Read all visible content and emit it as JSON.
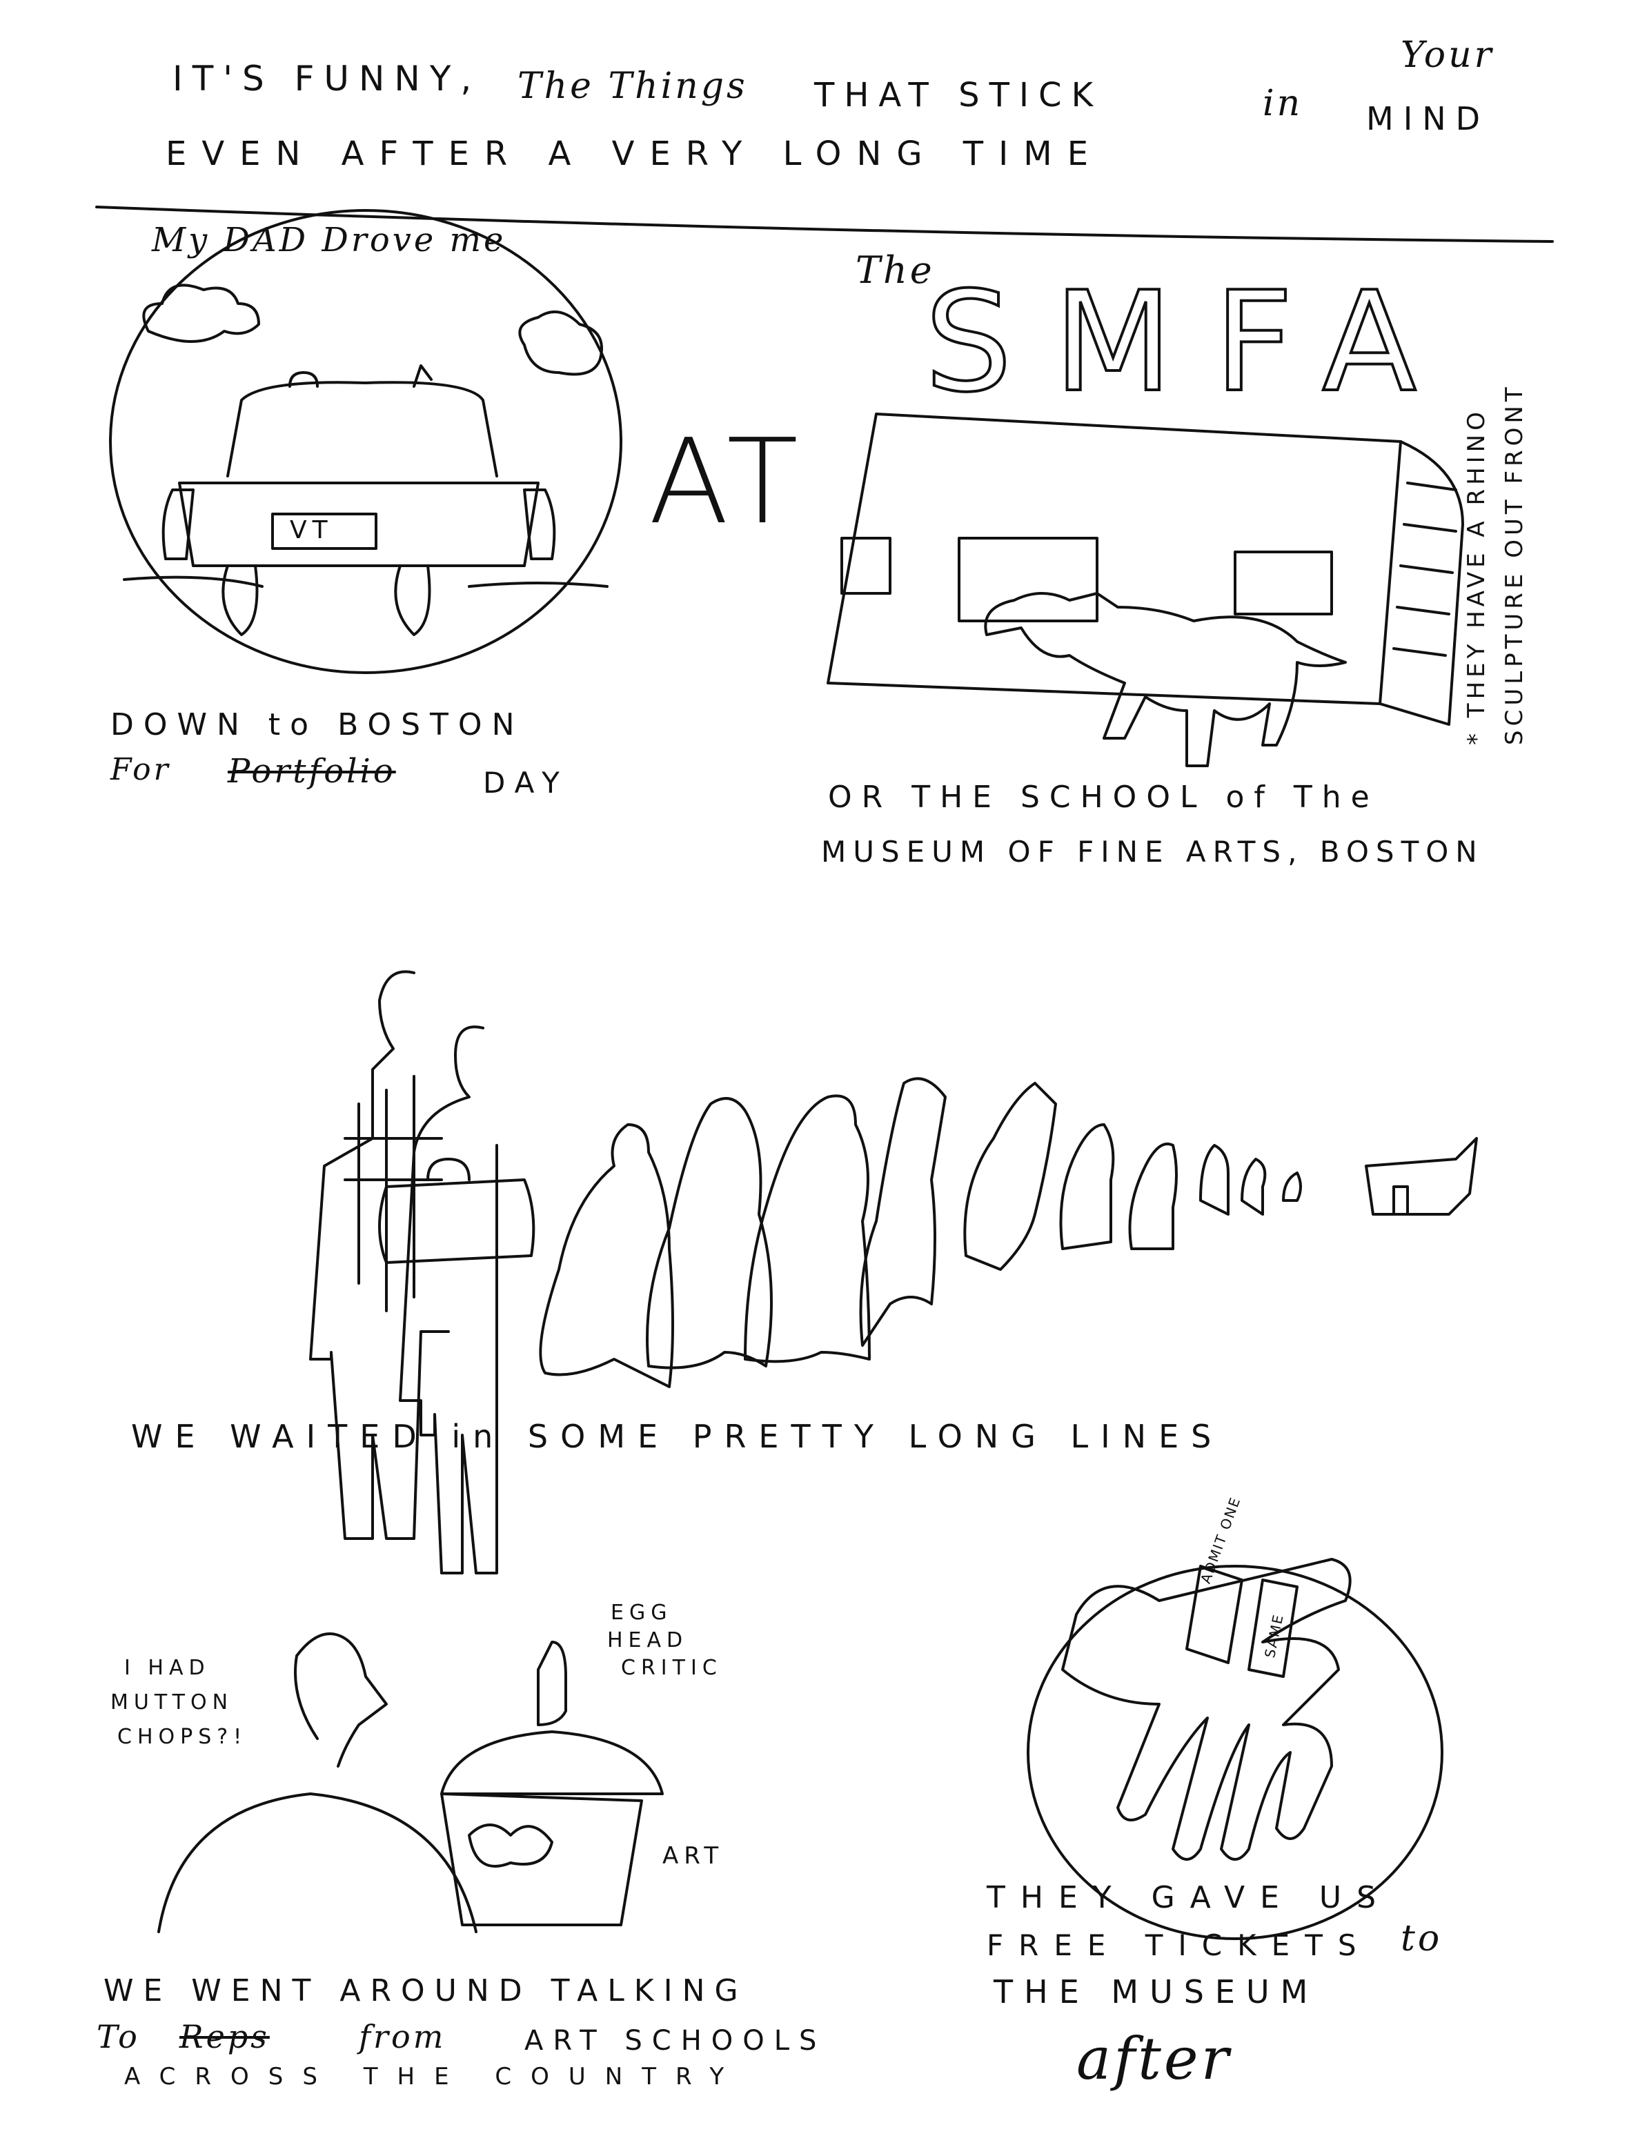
{
  "header": {
    "line1_a": "IT'S FUNNY,",
    "line1_b": "The Things",
    "line1_c": "THAT STICK",
    "line1_d": "in",
    "line1_e": "Your",
    "line1_f": "MIND",
    "line2_a": "EVEN AFTER A VERY LONG TIME"
  },
  "panel1": {
    "caption_top": "My DAD Drove me",
    "plate": "VT",
    "caption_bottom_1": "DOWN to BOSTON",
    "caption_bottom_2_a": "For",
    "caption_bottom_2_b": "Portfolio",
    "caption_bottom_2_c": "DAY"
  },
  "panel_at": {
    "text": "AT"
  },
  "panel2": {
    "the": "The",
    "title": "SMFA",
    "side_note_1": "* THEY HAVE A RHINO",
    "side_note_2": "SCULPTURE OUT FRONT",
    "caption_1": "OR THE SCHOOL of The",
    "caption_2": "MUSEUM OF FINE ARTS, BOSTON"
  },
  "panel3": {
    "caption": "WE WAITED in SOME PRETTY LONG LINES"
  },
  "panel4": {
    "note_mutton_1": "I HAD",
    "note_mutton_2": "MUTTON",
    "note_mutton_3": "CHOPS?!",
    "note_critic_1": "EGG",
    "note_critic_2": "HEAD",
    "note_critic_3": "CRITIC",
    "note_art": "ART",
    "caption_1": "WE WENT AROUND TALKING",
    "caption_2_a": "To",
    "caption_2_b": "Reps",
    "caption_2_c": "from",
    "caption_2_d": "ART SCHOOLS",
    "caption_3": "ACROSS THE COUNTRY"
  },
  "panel5": {
    "ticket_1": "ADMIT ONE",
    "ticket_2": "SAME",
    "caption_1": "THEY GAVE US",
    "caption_2_a": "FREE TICKETS",
    "caption_2_b": "to",
    "caption_3": "THE MUSEUM",
    "caption_4": "after"
  },
  "icons": [
    "car-icon",
    "cloud-icon",
    "building-icon",
    "rhino-icon",
    "person-icon",
    "briefcase-icon",
    "hand-icon",
    "ticket-icon"
  ]
}
